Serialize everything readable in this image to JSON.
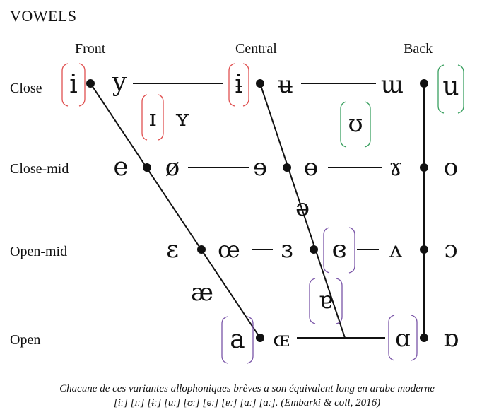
{
  "title": "VOWELS",
  "columns": [
    "Front",
    "Central",
    "Back"
  ],
  "rows": [
    "Close",
    "Close-mid",
    "Open-mid",
    "Open"
  ],
  "symbols": {
    "i": "i",
    "y": "y",
    "i_bar": "ɨ",
    "u_bar": "ʉ",
    "wm": "ɯ",
    "u": "u",
    "I": "ɪ",
    "Y": "ʏ",
    "U": "ʊ",
    "e": "e",
    "o_slash": "ø",
    "e_rev": "ɘ",
    "o_bar": "ɵ",
    "gamma": "ɤ",
    "o": "o",
    "schwa": "ə",
    "eps": "ɛ",
    "oe": "œ",
    "eps_rev": "ɜ",
    "eps_closed": "ɞ",
    "v_turned": "ʌ",
    "o_open": "ɔ",
    "ae": "æ",
    "a_turned": "ɐ",
    "a": "a",
    "OE": "ɶ",
    "a_script": "ɑ",
    "a_script_turned": "ɒ"
  },
  "colors": {
    "red": "#e05050",
    "green": "#3aa060",
    "purple": "#7a55a8",
    "line": "#111111"
  },
  "caption": {
    "line1": "Chacune de ces variantes allophoniques brèves a son équivalent long en arabe moderne",
    "line2": "[iː] [ɪː] [ɨː] [uː] [ʊː] [ɞː] [ɐː] [aː] [ɑː]. (Embarki & coll, 2016)"
  }
}
